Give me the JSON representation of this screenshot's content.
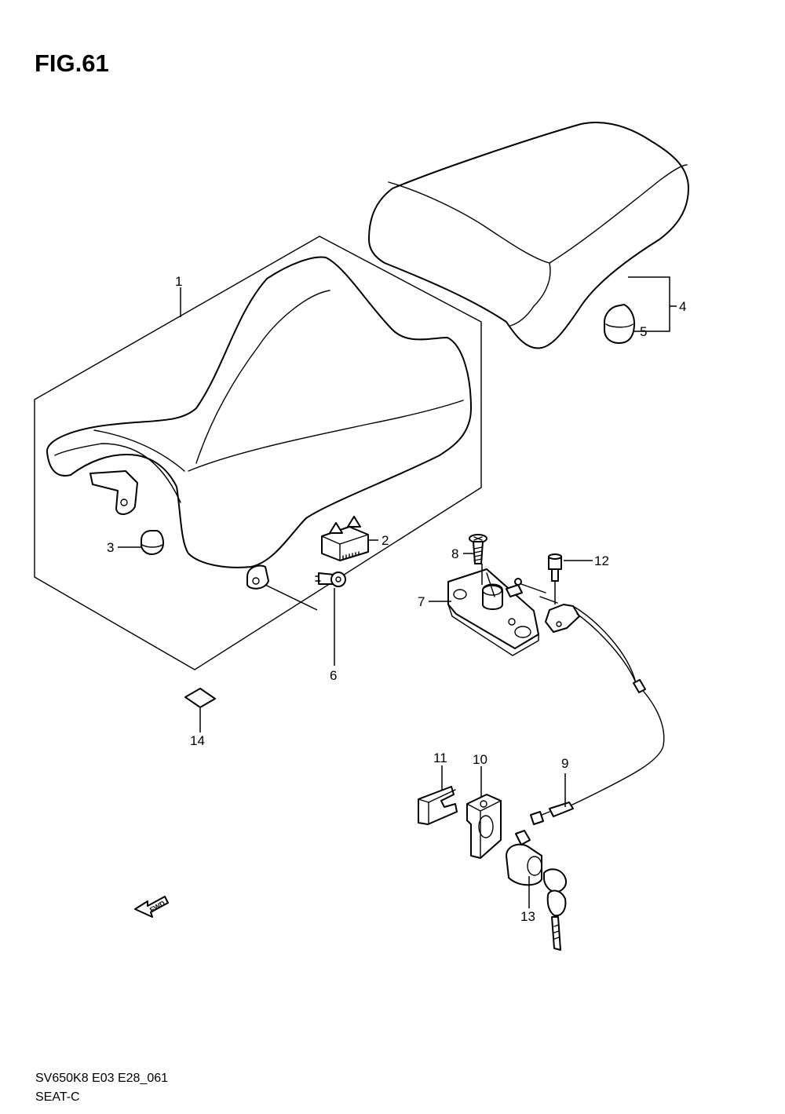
{
  "figure": {
    "title": "FIG.61",
    "model_code": "SV650K8 E03 E28_061",
    "section_name": "SEAT-C"
  },
  "callouts": [
    {
      "id": "1",
      "label": "1"
    },
    {
      "id": "2",
      "label": "2"
    },
    {
      "id": "3",
      "label": "3"
    },
    {
      "id": "4",
      "label": "4"
    },
    {
      "id": "5",
      "label": "5"
    },
    {
      "id": "6",
      "label": "6"
    },
    {
      "id": "7",
      "label": "7"
    },
    {
      "id": "8",
      "label": "8"
    },
    {
      "id": "9",
      "label": "9"
    },
    {
      "id": "10",
      "label": "10"
    },
    {
      "id": "11",
      "label": "11"
    },
    {
      "id": "12",
      "label": "12"
    },
    {
      "id": "13",
      "label": "13"
    },
    {
      "id": "14",
      "label": "14"
    }
  ],
  "direction_marker": {
    "label": "FWD",
    "icon": "forward-arrow-icon"
  }
}
